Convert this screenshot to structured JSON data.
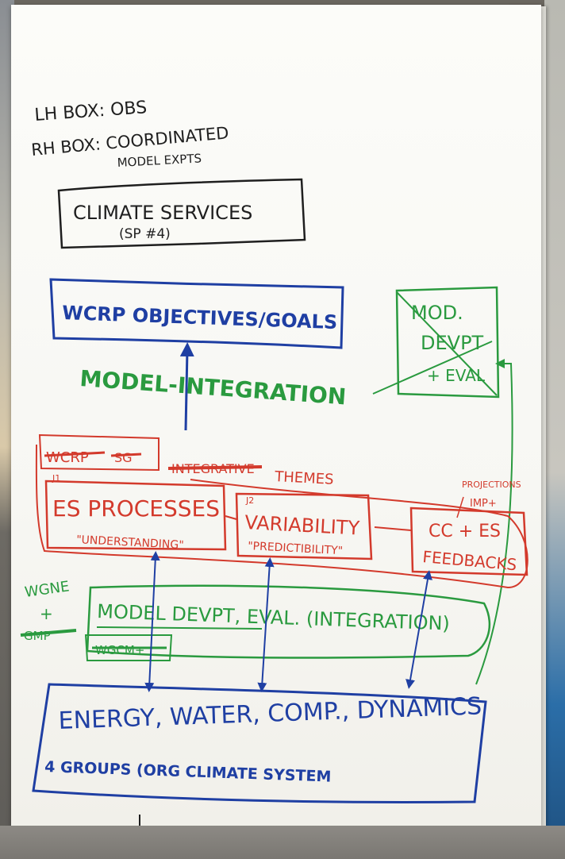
{
  "legend": {
    "line1": "LH BOX: OBS",
    "line2": "RH BOX: COORDINATED",
    "line3": "MODEL EXPTS"
  },
  "climate_services": {
    "title": "CLIMATE SERVICES",
    "sub": "(SP #4)"
  },
  "wcrp_goals": "WCRP OBJECTIVES/GOALS",
  "model_integration": "MODEL-INTEGRATION",
  "mod_devpt": {
    "line1": "MOD.",
    "line2": "DEVPT",
    "line3": "+ EVAL"
  },
  "themes": {
    "struck_a": "WCRP",
    "struck_b": "SG",
    "struck_c": "INTEGRATIVE",
    "label": "THEMES"
  },
  "es_processes": {
    "tag": "J1",
    "title": "ES PROCESSES",
    "sub": "\"UNDERSTANDING\""
  },
  "variability": {
    "tag": "J2",
    "title": "VARIABILITY",
    "sub": "\"PREDICTIBILITY\""
  },
  "cc_es": {
    "line1": "CC + ES",
    "line2": "FEEDBACKS",
    "note1": "PROJECTIONS",
    "note2": "IMP+"
  },
  "wgne": {
    "line1": "WGNE",
    "line2": "+",
    "line3": "GMP"
  },
  "model_devpt_eval": {
    "title": "MODEL DEVPT, EVAL. (INTEGRATION)",
    "sub": "WGCM+"
  },
  "energy": {
    "title": "ENERGY, WATER, COMP., DYNAMICS",
    "sub": "4 GROUPS (ORG CLIMATE SYSTEM"
  },
  "colors": {
    "black": "#1f1f1f",
    "blue": "#1f3fa3",
    "green": "#2a9a3f",
    "red": "#d33a2c"
  }
}
